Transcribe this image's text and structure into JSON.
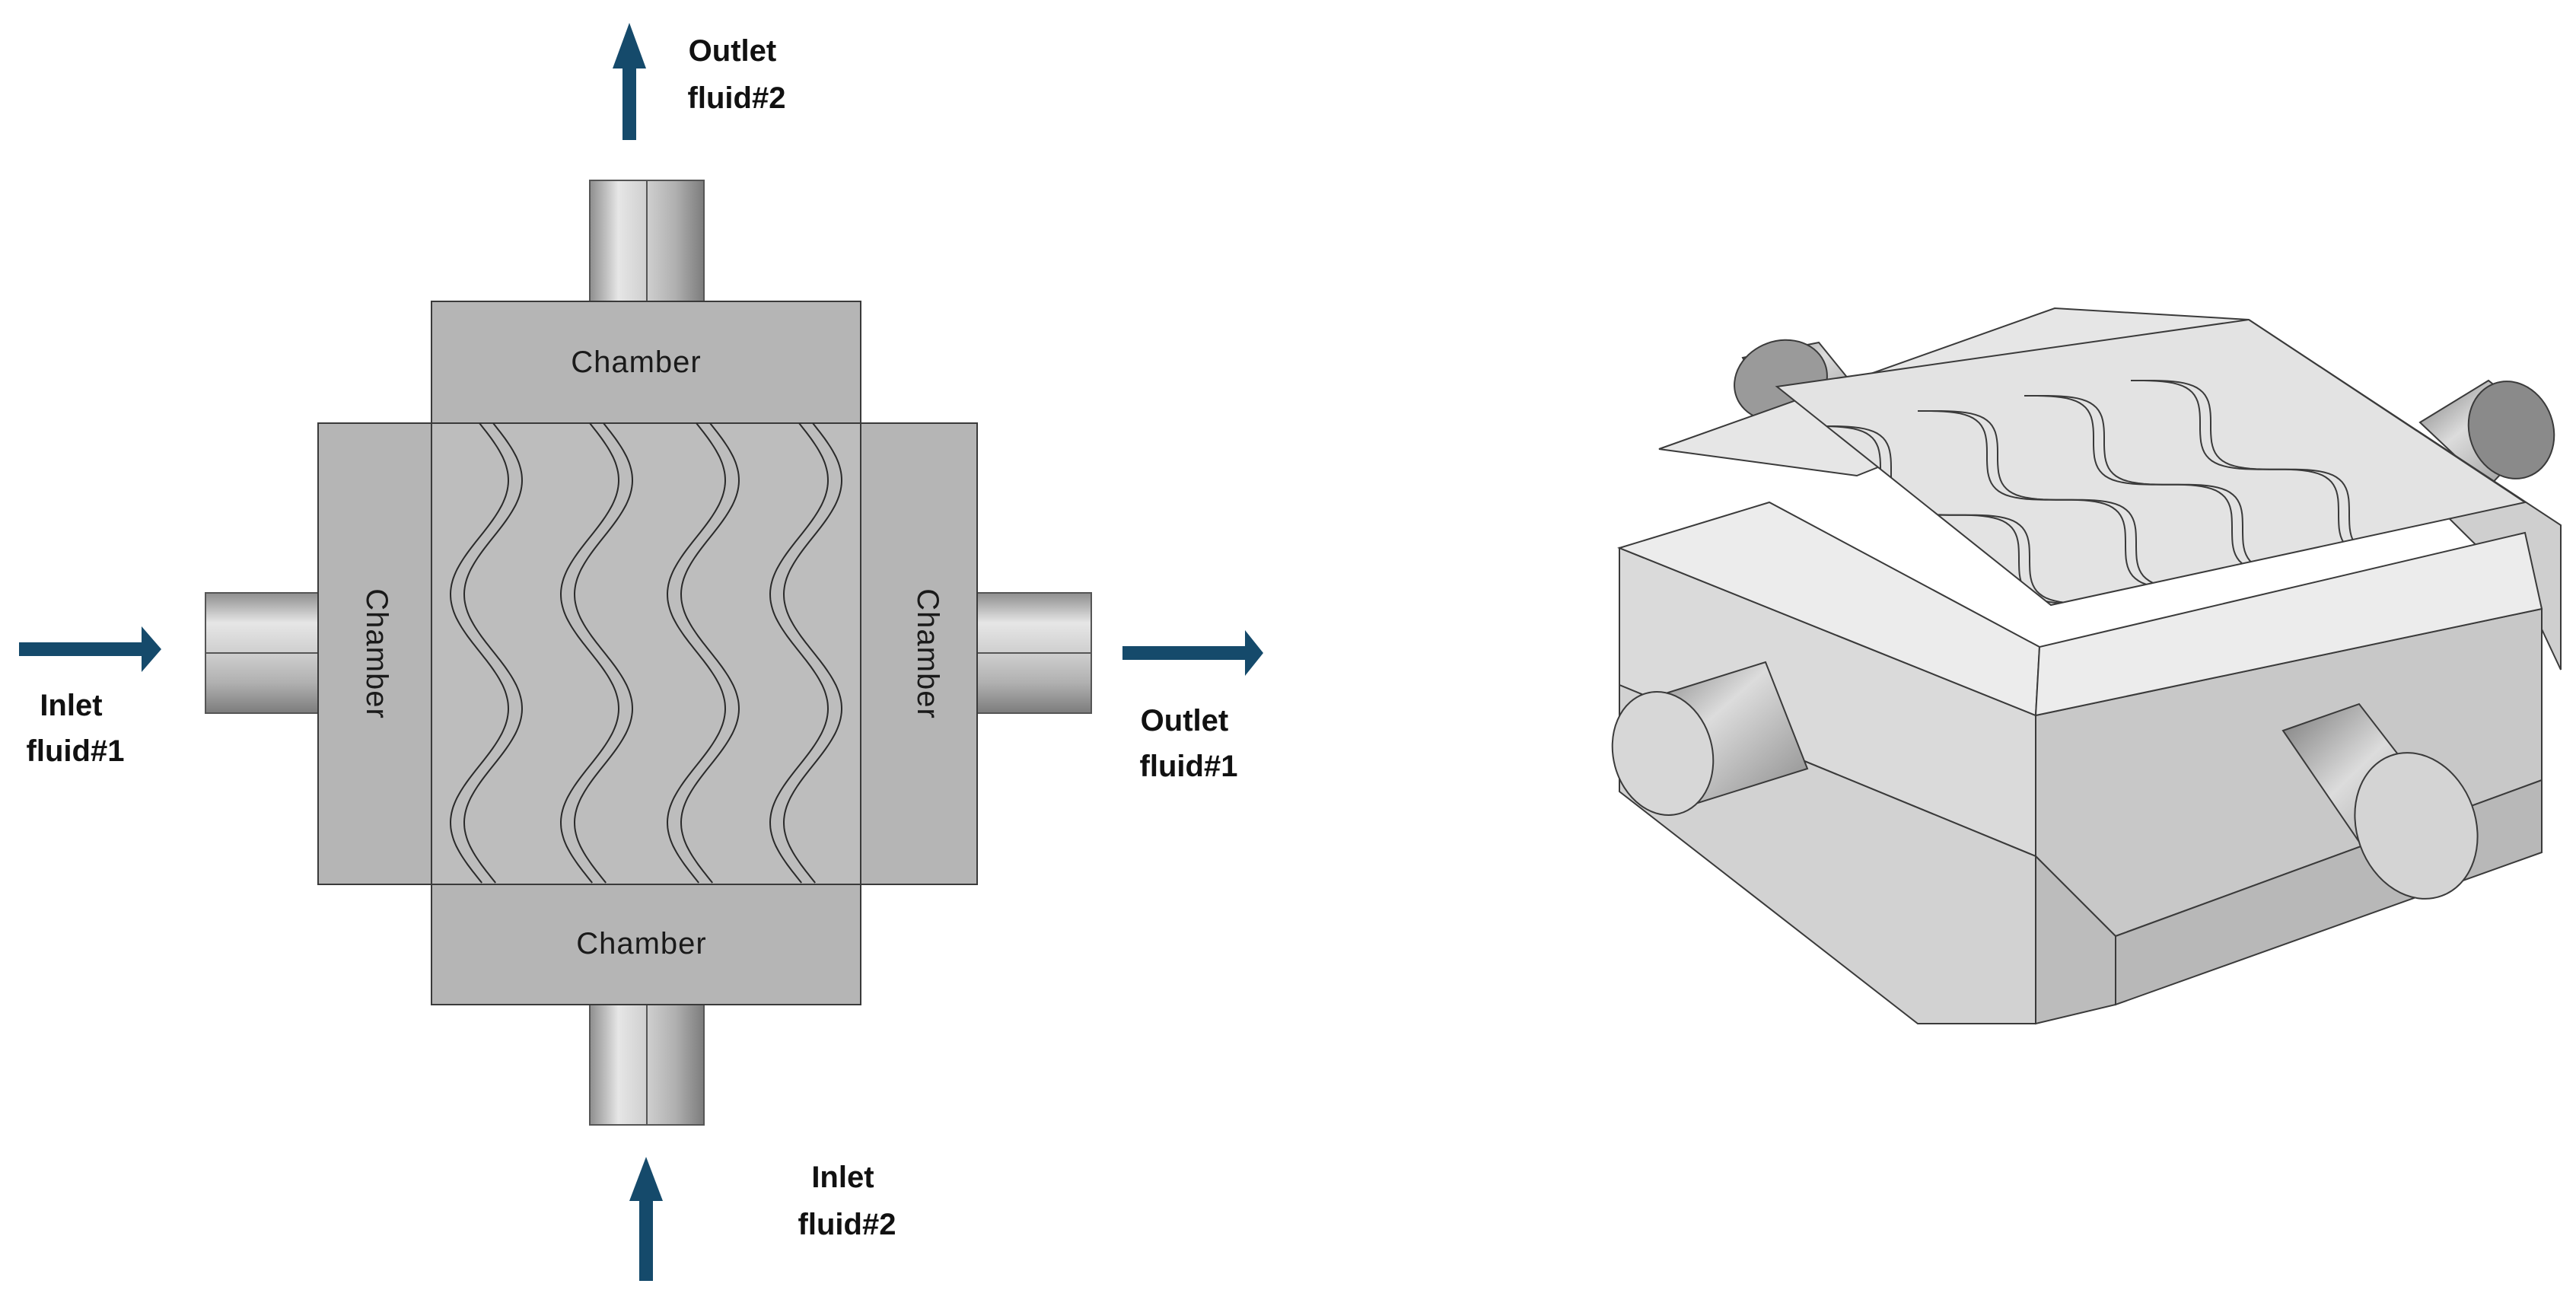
{
  "labels": {
    "outlet_fluid2": [
      "Outlet",
      "fluid#2"
    ],
    "inlet_fluid1": [
      "Inlet",
      "fluid#1"
    ],
    "outlet_fluid1": [
      "Outlet",
      "fluid#1"
    ],
    "inlet_fluid2": [
      "Inlet",
      "fluid#2"
    ],
    "chamber_top": "Chamber",
    "chamber_bottom": "Chamber",
    "chamber_left": "Chamber",
    "chamber_right": "Chamber"
  },
  "colors": {
    "arrow": "#154a6b",
    "plate_fill": "#bdbdbd",
    "chamber_fill": "#b5b5b5",
    "outline": "#3a3a3a",
    "iso_top": "#e8e8e8",
    "iso_front": "#d6d6d6",
    "iso_side": "#c2c2c2"
  }
}
